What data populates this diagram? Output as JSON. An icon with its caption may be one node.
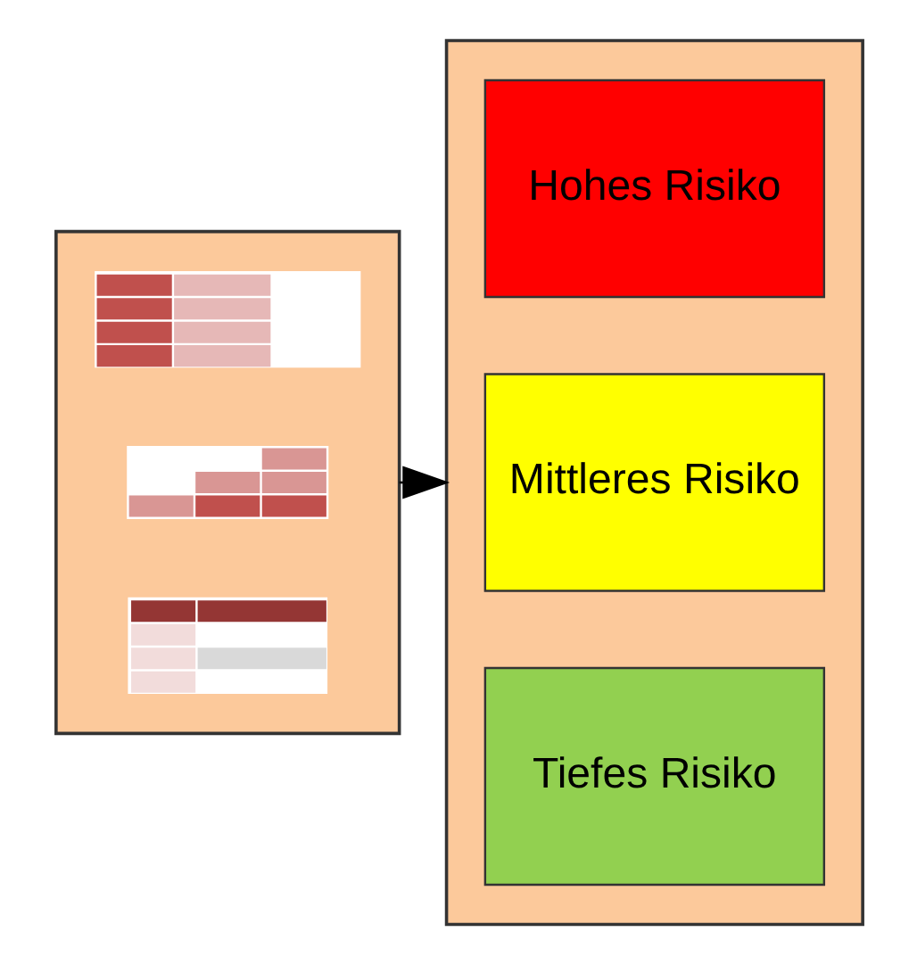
{
  "diagram": {
    "nodes": [
      {
        "text": [],
        "shape": "box"
      },
      {
        "text": [],
        "shape": "picture",
        "in": 0
      },
      {
        "text": [],
        "shape": "picture",
        "in": 0
      },
      {
        "text": [],
        "shape": "picture",
        "in": 0
      },
      {
        "text": [],
        "shape": "box"
      },
      {
        "text": [
          "Hohes Risiko"
        ],
        "in": 4
      },
      {
        "text": [
          "Mittleres Risiko"
        ],
        "in": 4
      },
      {
        "text": [
          "Tiefes Risiko"
        ],
        "in": 4
      }
    ],
    "edges": [
      {
        "from": 0,
        "to": 4,
        "arrow": "to"
      }
    ]
  }
}
